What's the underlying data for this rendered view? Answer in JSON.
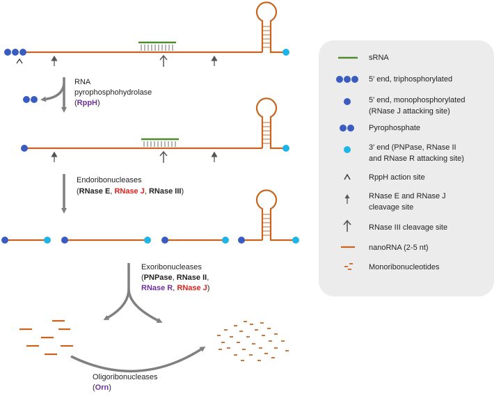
{
  "step1": {
    "l1": "RNA",
    "l2": "pyrophosphohydrolase",
    "enzyme": "RppH",
    "open": "(",
    "close": ")"
  },
  "step2": {
    "l1": "Endoribonucleases",
    "open": "(",
    "rnase_e": "RNase E",
    "sep1": ", ",
    "rnase_j": "RNase J",
    "sep2": ", ",
    "rnase_iii": "RNase III",
    "close": ")"
  },
  "step3": {
    "l1": "Exoribonucleases",
    "open": "(",
    "pnpase": "PNPase",
    "sep1": ", ",
    "rnase_ii": "RNase II",
    "sep2": ",",
    "rnase_r": "RNase R",
    "sep3": ", ",
    "rnase_j": "RNase J",
    "close": ")"
  },
  "step4": {
    "l1": "Oligoribonucleases",
    "open": "(",
    "enzyme": "Orn",
    "close": ")"
  },
  "legend": [
    {
      "icon": "srna-line-icon",
      "text": [
        "sRNA"
      ]
    },
    {
      "icon": "triphosphate-icon",
      "text": [
        "5′ end, triphosphorylated"
      ]
    },
    {
      "icon": "monophosphate-icon",
      "text": [
        "5′ end, monophosphorylated",
        "(RNase J attacking site)"
      ]
    },
    {
      "icon": "pyrophosphate-icon",
      "text": [
        "Pyrophosphate"
      ]
    },
    {
      "icon": "three-prime-end-icon",
      "text": [
        "3′ end (PNPase, RNase II",
        "and RNase R attacking site)"
      ]
    },
    {
      "icon": "caret-icon",
      "text": [
        "RppH action site"
      ]
    },
    {
      "icon": "small-arrow-icon",
      "text": [
        "RNase E and RNase J",
        "cleavage site"
      ]
    },
    {
      "icon": "large-arrow-icon",
      "text": [
        "RNase III cleavage site"
      ]
    },
    {
      "icon": "nanorna-line-icon",
      "text": [
        "nanoRNA (2-5 nt)"
      ]
    },
    {
      "icon": "monoribonucleotide-icon",
      "text": [
        "Monoribonucleotides"
      ]
    }
  ],
  "colors": {
    "rna": "#c8641e",
    "srna": "#4f8a2b",
    "dark_blue": "#3a5bbf",
    "light_blue": "#1fb4e6",
    "arrow": "#808080",
    "red": "#e0201c",
    "purple": "#7030a0",
    "legend_bg": "#ececec"
  }
}
